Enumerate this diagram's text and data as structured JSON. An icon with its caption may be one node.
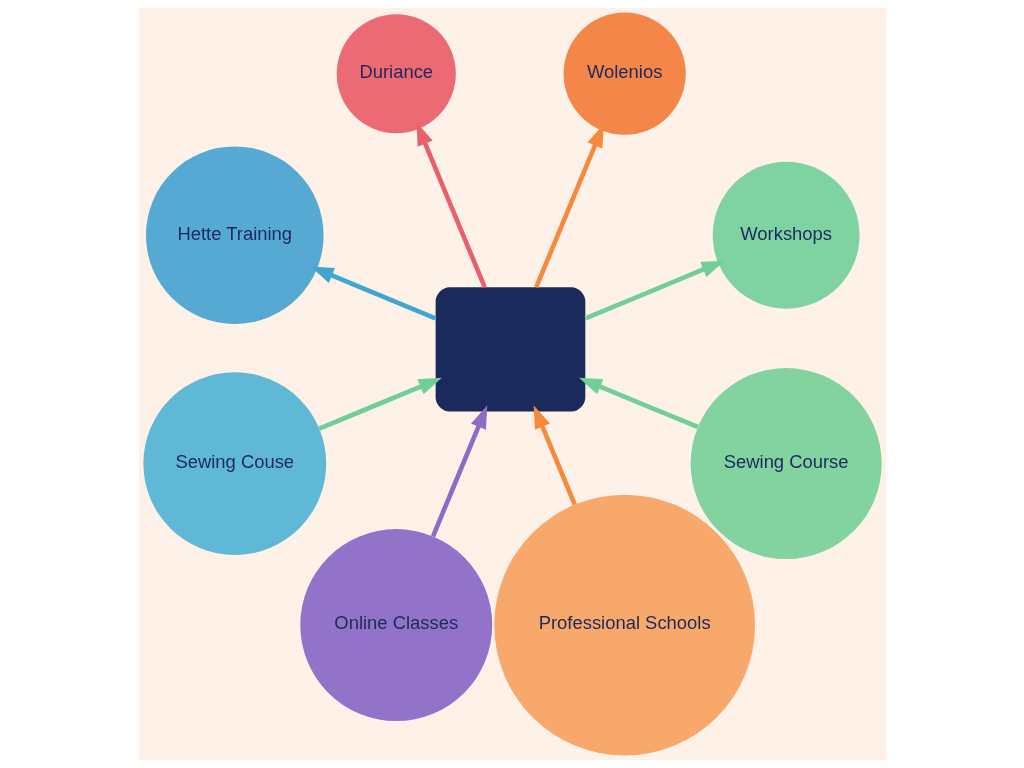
{
  "diagram": {
    "nodes": [
      {
        "text": [
          "Workshops"
        ]
      },
      {
        "text": [
          "Sewing Couse"
        ]
      },
      {
        "text": [
          "Wolenios"
        ]
      },
      {
        "text": [
          "Online Classes"
        ]
      },
      {
        "text": [],
        "shape": "box"
      },
      {
        "text": [
          "Professional Schools"
        ]
      },
      {
        "text": [
          "Duriance"
        ]
      },
      {
        "text": [
          "Sewing Course"
        ]
      },
      {
        "text": [
          "Hette Training"
        ]
      }
    ],
    "edges": [
      {
        "from": 4,
        "to": 0,
        "arrow": "to",
        "color": "#6fcf97"
      },
      {
        "from": 1,
        "to": 4,
        "arrow": "to",
        "color": "#6fcf97"
      },
      {
        "from": 4,
        "to": 2,
        "arrow": "to",
        "color": "#f58a3c"
      },
      {
        "from": 3,
        "to": 4,
        "arrow": "to",
        "color": "#8e6cc4"
      },
      {
        "from": 5,
        "to": 4,
        "arrow": "to",
        "color": "#f58a3c"
      },
      {
        "from": 4,
        "to": 6,
        "arrow": "to",
        "color": "#e8606b"
      },
      {
        "from": 7,
        "to": 4,
        "arrow": "to",
        "color": "#6fcf97"
      },
      {
        "from": 4,
        "to": 8,
        "arrow": "to",
        "color": "#3fa7cf"
      }
    ]
  }
}
